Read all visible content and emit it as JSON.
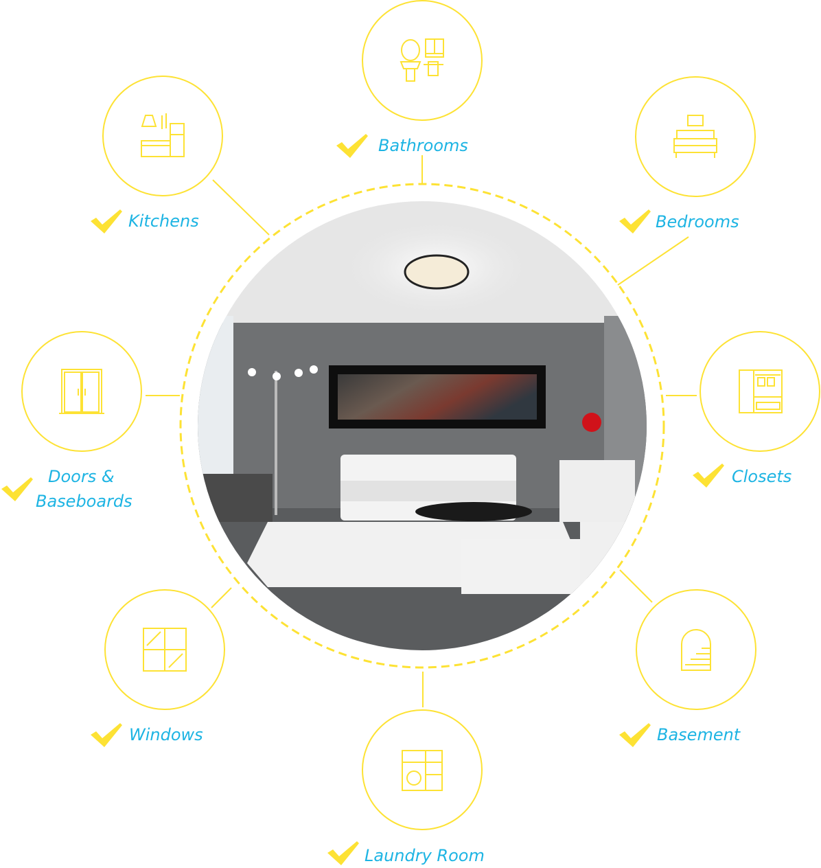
{
  "colors": {
    "accent": "#fde234",
    "label": "#1db4e3"
  },
  "center_image": {
    "name": "living-room-photo"
  },
  "rooms": [
    {
      "label": "Bathrooms",
      "icon": "bathroom-icon"
    },
    {
      "label": "Kitchens",
      "icon": "kitchen-icon"
    },
    {
      "label": "Bedrooms",
      "icon": "bed-icon"
    },
    {
      "label": "Doors &",
      "label2": "Baseboards",
      "icon": "door-icon"
    },
    {
      "label": "Closets",
      "icon": "closet-icon"
    },
    {
      "label": "Windows",
      "icon": "window-icon"
    },
    {
      "label": "Basement",
      "icon": "basement-stairs-icon"
    },
    {
      "label": "Laundry Room",
      "icon": "laundry-icon"
    }
  ]
}
